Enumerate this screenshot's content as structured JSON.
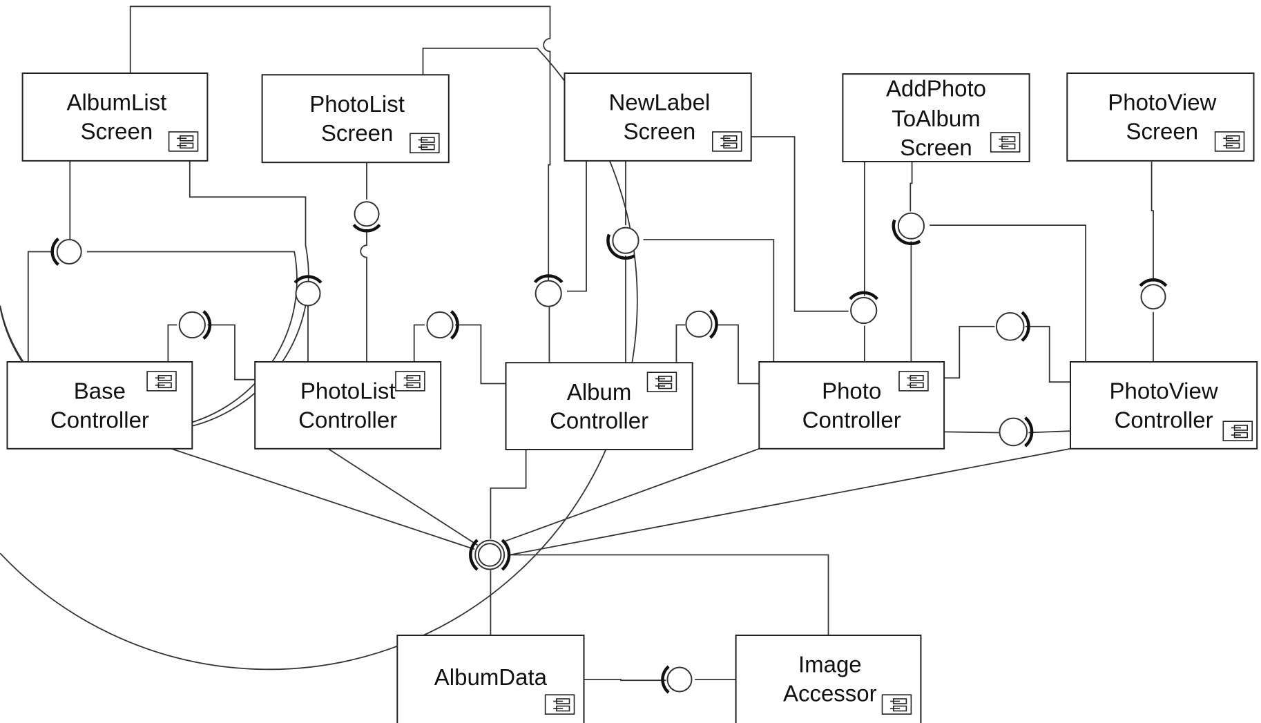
{
  "diagram": {
    "components": [
      {
        "id": "album-list-screen",
        "lines": [
          "AlbumList",
          "Screen"
        ]
      },
      {
        "id": "photo-list-screen",
        "lines": [
          "PhotoList",
          "Screen"
        ]
      },
      {
        "id": "new-label-screen",
        "lines": [
          "NewLabel",
          "Screen"
        ]
      },
      {
        "id": "add-photo-to-album-screen",
        "lines": [
          "AddPhoto",
          "ToAlbum",
          "Screen"
        ]
      },
      {
        "id": "photo-view-screen",
        "lines": [
          "PhotoView",
          "Screen"
        ]
      },
      {
        "id": "base-controller",
        "lines": [
          "Base",
          "Controller"
        ]
      },
      {
        "id": "photo-list-controller",
        "lines": [
          "PhotoList",
          "Controller"
        ]
      },
      {
        "id": "album-controller",
        "lines": [
          "Album",
          "Controller"
        ]
      },
      {
        "id": "photo-controller",
        "lines": [
          "Photo",
          "Controller"
        ]
      },
      {
        "id": "photo-view-controller",
        "lines": [
          "PhotoView",
          "Controller"
        ]
      },
      {
        "id": "album-data",
        "lines": [
          "AlbumData"
        ]
      },
      {
        "id": "image-accessor",
        "lines": [
          "Image",
          "Accessor"
        ]
      }
    ],
    "component_icon": "component-icon",
    "interface_icon": "provided-required-interface-icon"
  }
}
